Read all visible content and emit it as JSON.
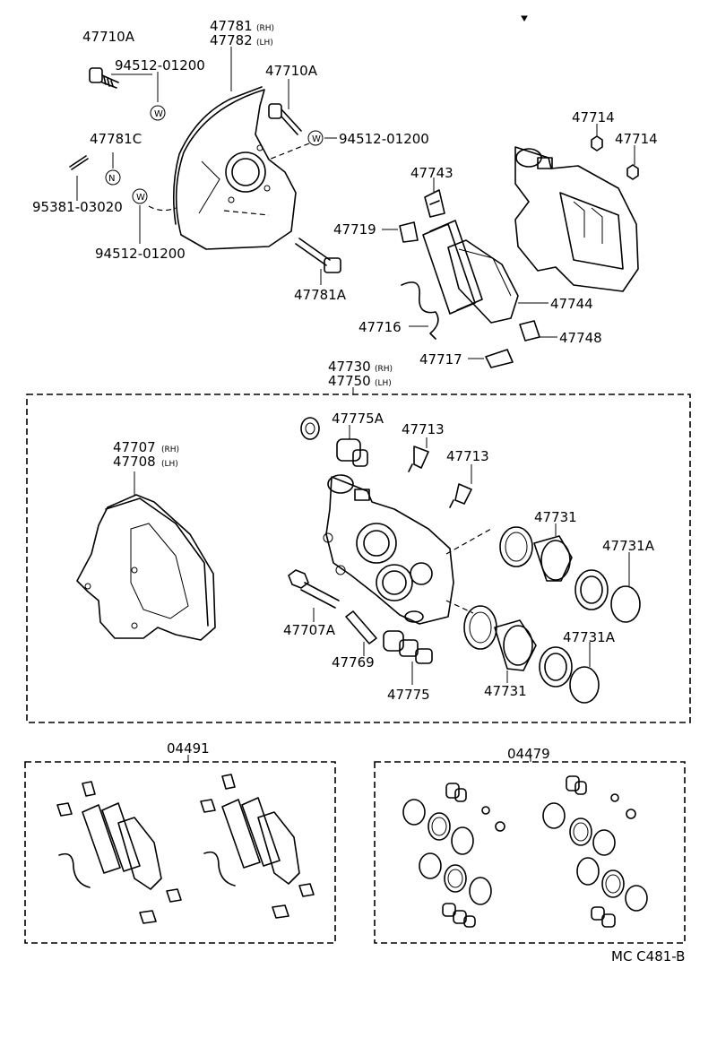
{
  "labels": {
    "p47710A_1": "47710A",
    "p94512_1": "94512-01200",
    "p47781": "47781",
    "p47781_rh": "(RH)",
    "p47782": "47782",
    "p47782_lh": "(LH)",
    "p47710A_2": "47710A",
    "p94512_2": "94512-01200",
    "p47781C": "47781C",
    "p95381": "95381-03020",
    "p94512_3": "94512-01200",
    "p47781A": "47781A",
    "p47714_1": "47714",
    "p47714_2": "47714",
    "p47743": "47743",
    "p47719": "47719",
    "p47744": "47744",
    "p47716": "47716",
    "p47748": "47748",
    "p47717": "47717",
    "p47730": "47730",
    "p47730_rh": "(RH)",
    "p47750": "47750",
    "p47750_lh": "(LH)",
    "p47775A": "47775A",
    "p47713_1": "47713",
    "p47713_2": "47713",
    "p47707": "47707",
    "p47707_rh": "(RH)",
    "p47708": "47708",
    "p47708_lh": "(LH)",
    "p47731_1": "47731",
    "p47731A_1": "47731A",
    "p47707A": "47707A",
    "p47769": "47769",
    "p47775": "47775",
    "p47731_2": "47731",
    "p47731A_2": "47731A",
    "p04491": "04491",
    "p04479": "04479",
    "footer": "MC C481-B"
  },
  "washer_marks": {
    "w1": "W",
    "w2": "W",
    "w3": "W",
    "n1": "N"
  }
}
